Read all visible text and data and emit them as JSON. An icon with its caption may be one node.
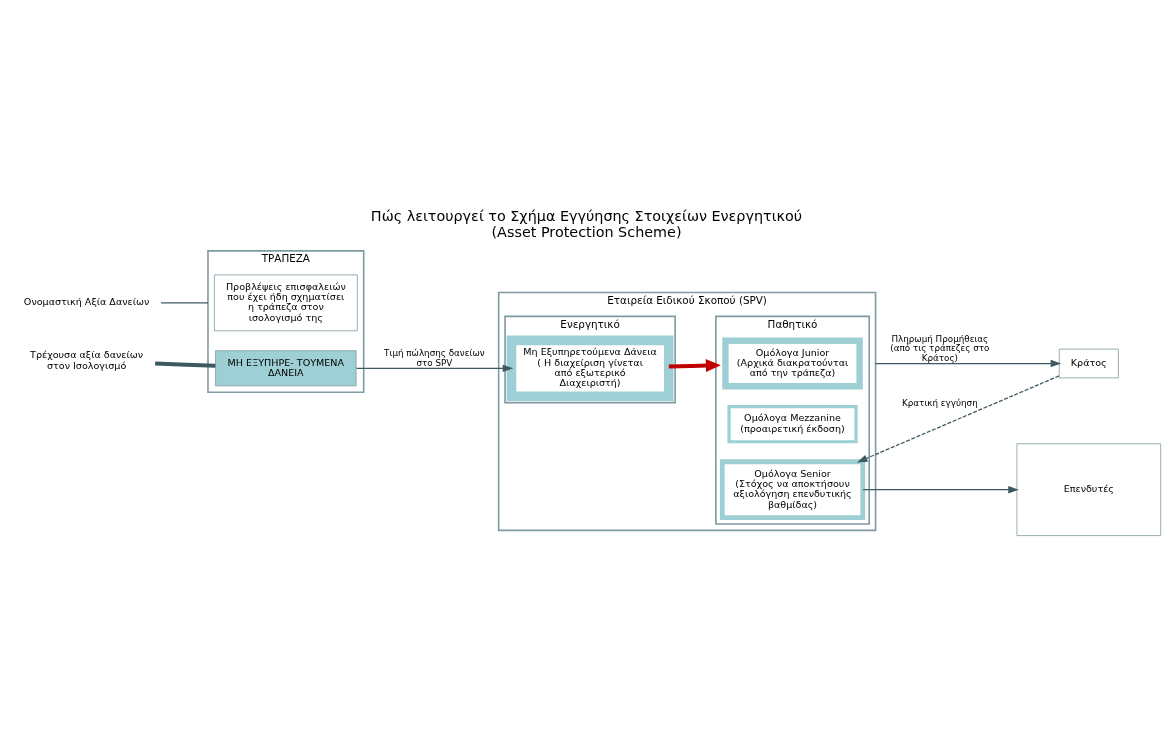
{
  "diagram": {
    "title": "Πώς λειτουργεί το Σχήμα Εγγύησης Στοιχείων Ενεργητικού (Asset Protection Scheme)",
    "nodes": [
      {
        "text": [
          "ΤΡΑΠΕΖΑ"
        ]
      },
      {
        "text": [
          "Προβλέψεις επισφαλειών που έχει ήδη σχηματίσει η τράπεζα στον ισολογισμό της"
        ],
        "in": 0
      },
      {
        "text": [
          "ΜΗ ΕΞΥΠΗΡΕ- ΤΟΥΜΕΝΑ ΔΑΝΕΙΑ"
        ],
        "in": 0
      },
      {
        "text": [
          "Ονομαστική Αξία Δανείων"
        ]
      },
      {
        "text": [
          "Τρέχουσα αξία δανείων στον Ισολογισμό"
        ]
      },
      {
        "text": [
          "Εταιρεία Ειδικού Σκοπού (SPV)"
        ]
      },
      {
        "text": [
          "Ενεργητικό"
        ],
        "in": 5
      },
      {
        "text": [
          "Μη Εξυπηρετούμενα Δάνεια",
          "( Η διαχείριση γίνεται από εξωτερικό Διαχειριστή)"
        ],
        "in": 6
      },
      {
        "text": [
          "Παθητικό"
        ],
        "in": 5
      },
      {
        "text": [
          "Ομόλογα Junior",
          "(Αρχικά διακρατούνται από την τράπεζα)"
        ],
        "in": 8
      },
      {
        "text": [
          "Ομόλογα Mezzanine",
          "(προαιρετική έκδοση)"
        ],
        "in": 8
      },
      {
        "text": [
          "Ομόλογα Senior",
          "(Στόχος να αποκτήσουν αξιολόγηση επενδυτικής βαθμίδας)"
        ],
        "in": 8
      },
      {
        "text": [
          "Κράτος"
        ]
      },
      {
        "text": [
          "Επενδυτές"
        ]
      }
    ],
    "edges": [
      {
        "from": 3,
        "to": 0,
        "arrow": "none"
      },
      {
        "from": 4,
        "to": 2,
        "arrow": "none",
        "style": "thick"
      },
      {
        "from": 2,
        "to": 7,
        "arrow": "to",
        "label": "Τιμή πώλησης δανείων στο SPV"
      },
      {
        "from": 7,
        "to": 8,
        "arrow": "to",
        "style": "thick",
        "color": "#c00000"
      },
      {
        "from": 5,
        "to": 12,
        "arrow": "to",
        "label": "Πληρωμή Προμήθειας (από τις τράπεζες στο Κράτος)"
      },
      {
        "from": 12,
        "to": 11,
        "arrow": "to",
        "style": "dashed",
        "label": "Κρατική εγγύηση"
      },
      {
        "from": 11,
        "to": 13,
        "arrow": "to"
      }
    ]
  }
}
